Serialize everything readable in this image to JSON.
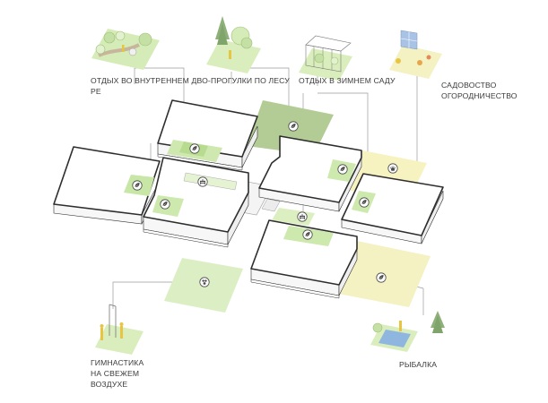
{
  "activities": {
    "courtyard": {
      "label_lines": [
        "ОТДЫХ ВО ВНУТРЕННЕМ  ДВО-",
        "РЕ"
      ],
      "icon": "bench-icon"
    },
    "forest_walks": {
      "label_lines": [
        "ПРОГУЛКИ ПО ЛЕСУ"
      ],
      "icon": "leaf-icon"
    },
    "winter_garden": {
      "label_lines": [
        "ОТДЫХ В ЗИМНЕМ САДУ"
      ],
      "icon": "leaf-icon"
    },
    "gardening": {
      "label_lines": [
        "САДОВОСТВО",
        "ОГОРОДНИЧЕСТВО"
      ],
      "icon": "flower-pot-icon"
    },
    "gymnastics": {
      "label_lines": [
        "ГИМНАСТИКА",
        "НА СВЕЖЕМ",
        "ВОЗДУХЕ"
      ],
      "icon": "paw-icon"
    },
    "fishing": {
      "label_lines": [
        "РЫБАЛКА"
      ],
      "icon": "leaf-icon"
    }
  },
  "colors": {
    "building_stroke": "#2e2e2e",
    "building_fill": "#ffffff",
    "light_green": "#dcefc4",
    "mid_green": "#c2de9f",
    "dark_green": "#aac48c",
    "yellow": "#f6f3c0",
    "leader_line": "#9a9a9a",
    "label_text": "#3a3a3a"
  }
}
